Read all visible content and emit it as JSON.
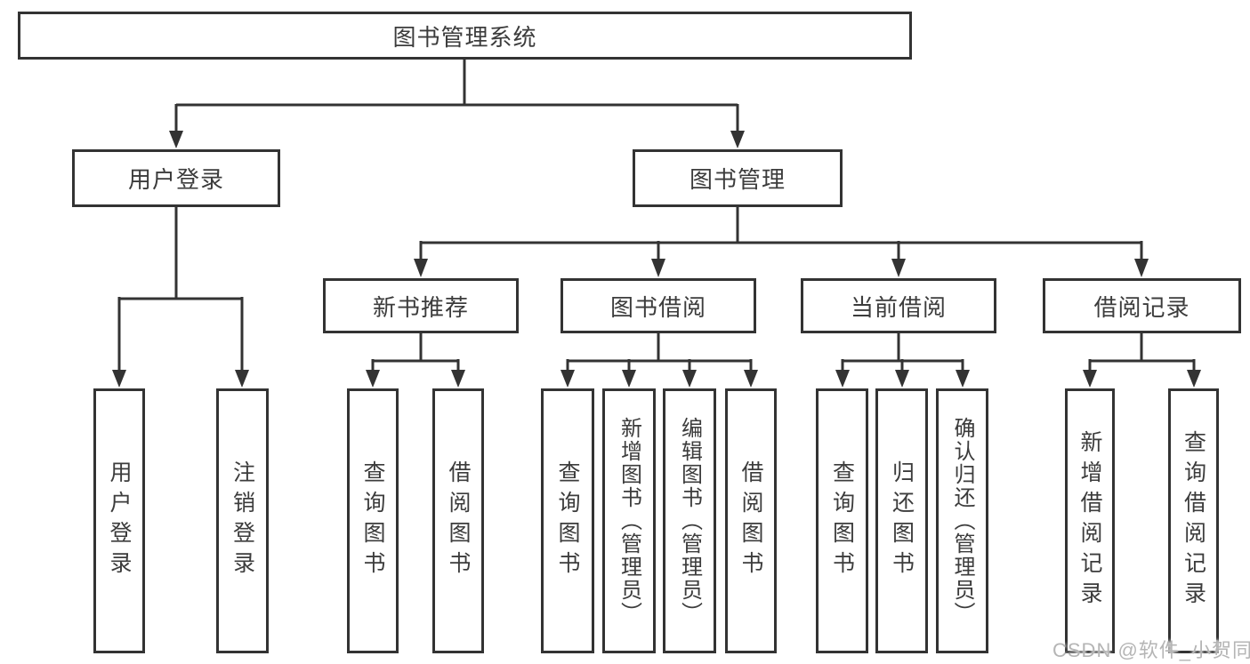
{
  "nodes": {
    "root": {
      "label": "图书管理系统"
    },
    "user_login": {
      "label": "用户登录",
      "children": [
        {
          "label": "用户登录"
        },
        {
          "label": "注销登录"
        }
      ]
    },
    "book_mgmt": {
      "label": "图书管理",
      "groups": [
        {
          "label": "新书推荐",
          "children": [
            {
              "label": "查询图书"
            },
            {
              "label": "借阅图书"
            }
          ]
        },
        {
          "label": "图书借阅",
          "children": [
            {
              "label": "查询图书"
            },
            {
              "label": "新增图书（管理员）"
            },
            {
              "label": "编辑图书（管理员）"
            },
            {
              "label": "借阅图书"
            }
          ]
        },
        {
          "label": "当前借阅",
          "children": [
            {
              "label": "查询图书"
            },
            {
              "label": "归还图书"
            },
            {
              "label": "确认归还（管理员）"
            }
          ]
        },
        {
          "label": "借阅记录",
          "children": [
            {
              "label": "新增借阅记录"
            },
            {
              "label": "查询借阅记录"
            }
          ]
        }
      ]
    }
  },
  "watermark": {
    "text": "CSDN @软件_小贺同学"
  },
  "colors": {
    "line": "#333333",
    "text": "#3c3c3c",
    "watermark": "#b5b5b5",
    "background": "#ffffff"
  }
}
